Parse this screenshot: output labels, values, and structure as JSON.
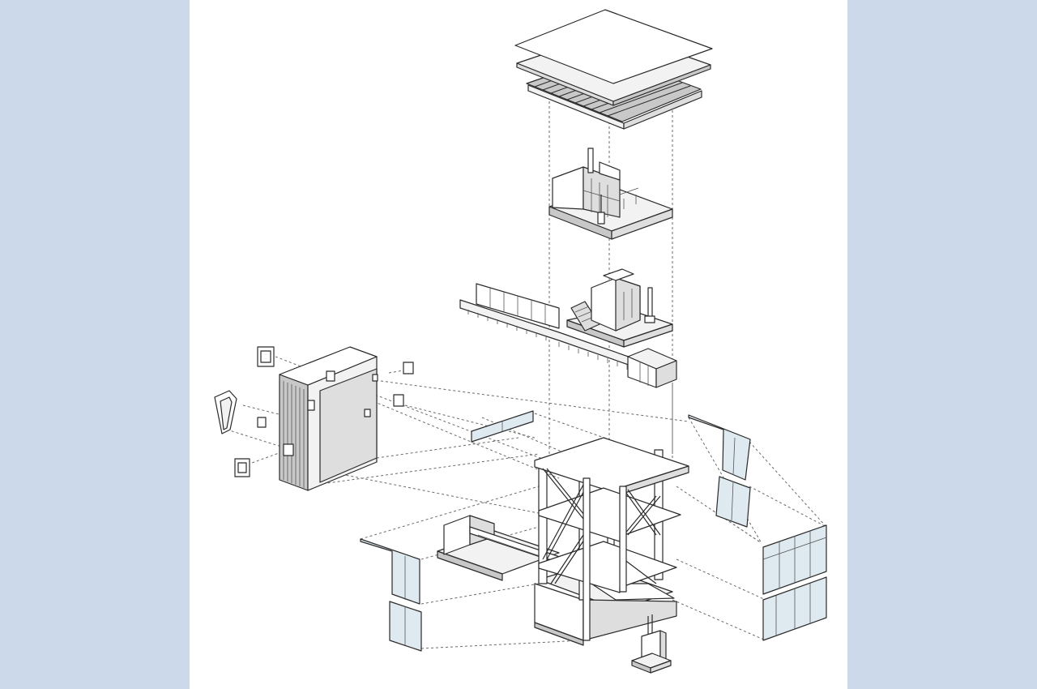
{
  "image": {
    "kind": "exploded axonometric architectural diagram",
    "background_color": "#ccd9ea",
    "panel_color": "#ffffff",
    "line_color": "#2a2a2a"
  },
  "components": [
    {
      "id": "roof-layers"
    },
    {
      "id": "upper-floor-module"
    },
    {
      "id": "middle-floor-deck"
    },
    {
      "id": "concrete-shell"
    },
    {
      "id": "window-frames"
    },
    {
      "id": "timber-frame-structure"
    },
    {
      "id": "glazing-panels"
    },
    {
      "id": "cantilever-base"
    },
    {
      "id": "foundation-footing"
    }
  ]
}
